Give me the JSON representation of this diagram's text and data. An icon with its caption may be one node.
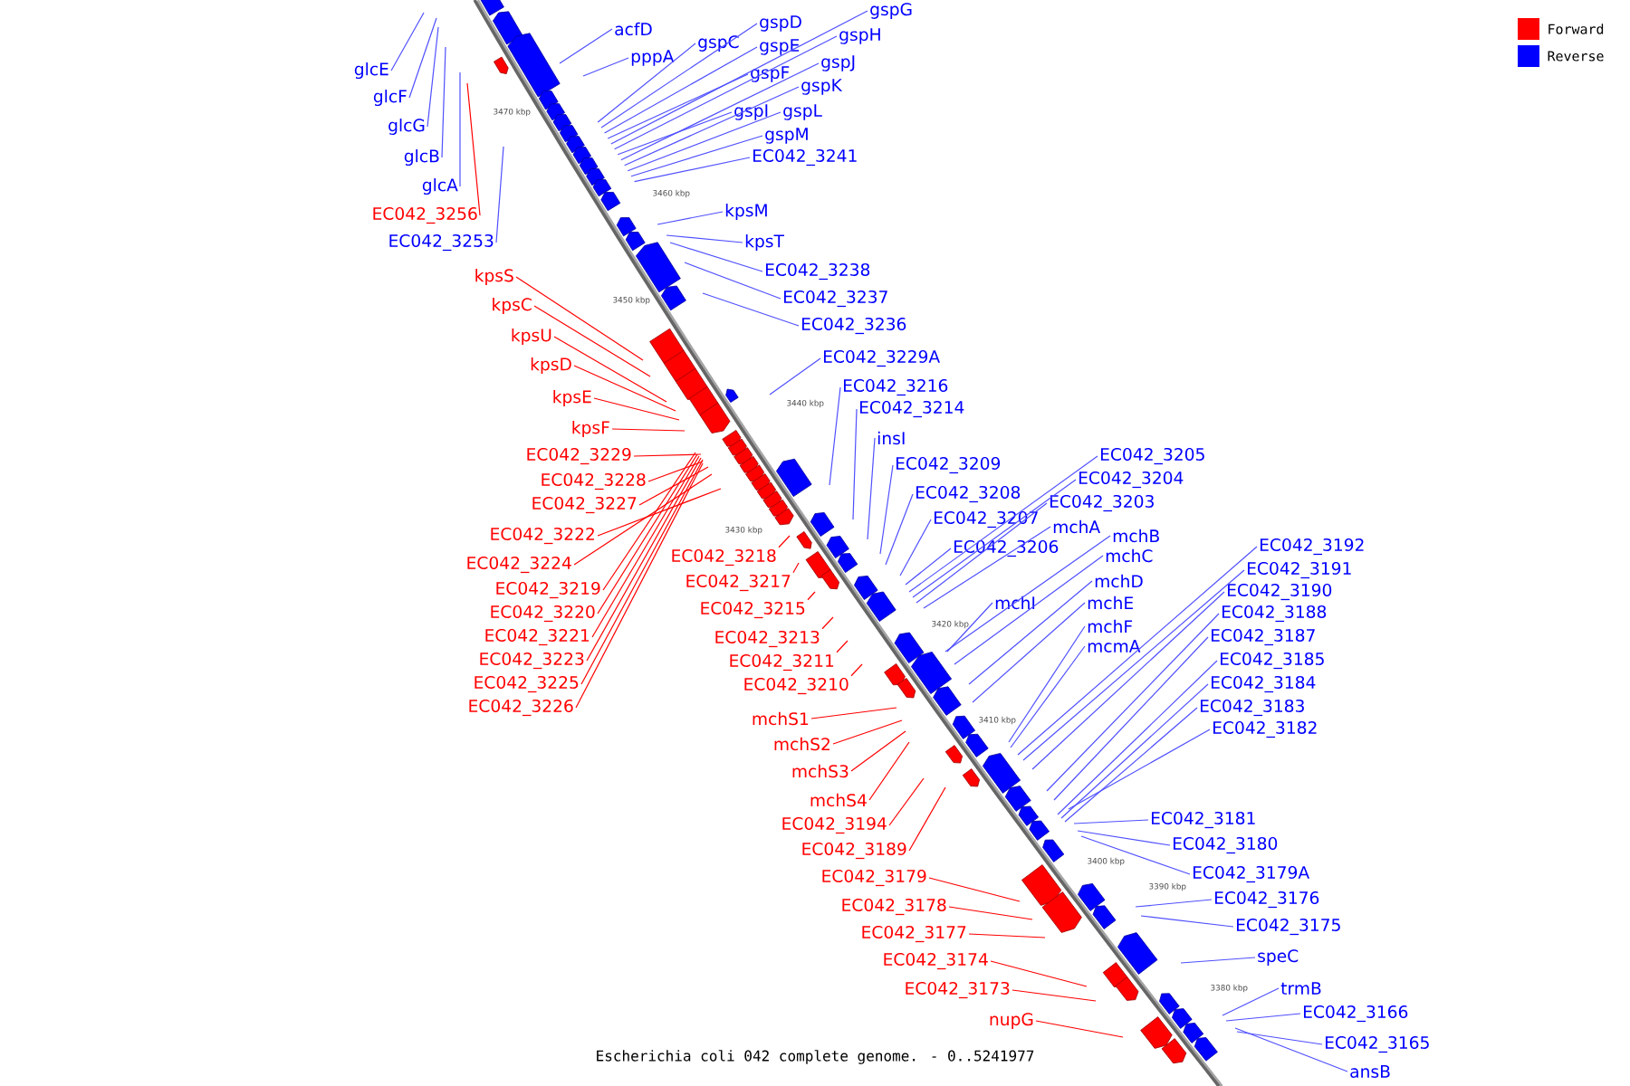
{
  "diagram": {
    "caption": "Escherichia coli 042 complete genome. - 0..5241977",
    "nodes": [
      {
        "text": [
          "glcE"
        ]
      },
      {
        "text": [
          "glcF"
        ]
      },
      {
        "text": [
          "glcG"
        ]
      },
      {
        "text": [
          "glcB"
        ]
      },
      {
        "text": [
          "glcA"
        ]
      },
      {
        "text": [
          "EC042_3256"
        ]
      },
      {
        "text": [
          "EC042_3253"
        ]
      },
      {
        "text": [
          "acfD"
        ]
      },
      {
        "text": [
          "pppA"
        ]
      },
      {
        "text": [
          "gspC"
        ]
      },
      {
        "text": [
          "gspD"
        ]
      },
      {
        "text": [
          "gspG"
        ]
      },
      {
        "text": [
          "gspE"
        ]
      },
      {
        "text": [
          "gspH"
        ]
      },
      {
        "text": [
          "gspF"
        ]
      },
      {
        "text": [
          "gspJ"
        ]
      },
      {
        "text": [
          "gspK"
        ]
      },
      {
        "text": [
          "gspI"
        ]
      },
      {
        "text": [
          "gspL"
        ]
      },
      {
        "text": [
          "gspM"
        ]
      },
      {
        "text": [
          "EC042_3241"
        ]
      },
      {
        "text": [
          "kpsM"
        ]
      },
      {
        "text": [
          "kpsT"
        ]
      },
      {
        "text": [
          "EC042_3238"
        ]
      },
      {
        "text": [
          "EC042_3237"
        ]
      },
      {
        "text": [
          "EC042_3236"
        ]
      },
      {
        "text": [
          "kpsS"
        ]
      },
      {
        "text": [
          "kpsC"
        ]
      },
      {
        "text": [
          "kpsU"
        ]
      },
      {
        "text": [
          "kpsD"
        ]
      },
      {
        "text": [
          "kpsE"
        ]
      },
      {
        "text": [
          "kpsF"
        ]
      },
      {
        "text": [
          "EC042_3229A"
        ]
      },
      {
        "text": [
          "EC042_3216"
        ]
      },
      {
        "text": [
          "EC042_3214"
        ]
      },
      {
        "text": [
          "insI"
        ]
      },
      {
        "text": [
          "EC042_3229"
        ]
      },
      {
        "text": [
          "EC042_3205"
        ]
      },
      {
        "text": [
          "EC042_3209"
        ]
      },
      {
        "text": [
          "EC042_3204"
        ]
      },
      {
        "text": [
          "EC042_3228"
        ]
      },
      {
        "text": [
          "EC042_3208"
        ]
      },
      {
        "text": [
          "EC042_3203"
        ]
      },
      {
        "text": [
          "EC042_3227"
        ]
      },
      {
        "text": [
          "EC042_3207"
        ]
      },
      {
        "text": [
          "mchA"
        ]
      },
      {
        "text": [
          "EC042_3222"
        ]
      },
      {
        "text": [
          "mchB"
        ]
      },
      {
        "text": [
          "EC042_3192"
        ]
      },
      {
        "text": [
          "EC042_3206"
        ]
      },
      {
        "text": [
          "mchC"
        ]
      },
      {
        "text": [
          "EC042_3218"
        ]
      },
      {
        "text": [
          "EC042_3224"
        ]
      },
      {
        "text": [
          "EC042_3191"
        ]
      },
      {
        "text": [
          "mchD"
        ]
      },
      {
        "text": [
          "EC042_3217"
        ]
      },
      {
        "text": [
          "EC042_3219"
        ]
      },
      {
        "text": [
          "EC042_3190"
        ]
      },
      {
        "text": [
          "mchI"
        ]
      },
      {
        "text": [
          "mchE"
        ]
      },
      {
        "text": [
          "EC042_3215"
        ]
      },
      {
        "text": [
          "EC042_3220"
        ]
      },
      {
        "text": [
          "EC042_3188"
        ]
      },
      {
        "text": [
          "mchF"
        ]
      },
      {
        "text": [
          "EC042_3187"
        ]
      },
      {
        "text": [
          "EC042_3221"
        ]
      },
      {
        "text": [
          "EC042_3213"
        ]
      },
      {
        "text": [
          "mcmA"
        ]
      },
      {
        "text": [
          "EC042_3223"
        ]
      },
      {
        "text": [
          "EC042_3185"
        ]
      },
      {
        "text": [
          "EC042_3211"
        ]
      },
      {
        "text": [
          "EC042_3225"
        ]
      },
      {
        "text": [
          "EC042_3184"
        ]
      },
      {
        "text": [
          "EC042_3210"
        ]
      },
      {
        "text": [
          "EC042_3226"
        ]
      },
      {
        "text": [
          "EC042_3183"
        ]
      },
      {
        "text": [
          "mchS1"
        ]
      },
      {
        "text": [
          "EC042_3182"
        ]
      },
      {
        "text": [
          "mchS2"
        ]
      },
      {
        "text": [
          "mchS3"
        ]
      },
      {
        "text": [
          "mchS4"
        ]
      },
      {
        "text": [
          "EC042_3181"
        ]
      },
      {
        "text": [
          "EC042_3194"
        ]
      },
      {
        "text": [
          "EC042_3180"
        ]
      },
      {
        "text": [
          "EC042_3189"
        ]
      },
      {
        "text": [
          "EC042_3179A"
        ]
      },
      {
        "text": [
          "EC042_3179"
        ]
      },
      {
        "text": [
          "EC042_3176"
        ]
      },
      {
        "text": [
          "EC042_3178"
        ]
      },
      {
        "text": [
          "EC042_3175"
        ]
      },
      {
        "text": [
          "EC042_3177"
        ]
      },
      {
        "text": [
          "speC"
        ]
      },
      {
        "text": [
          "EC042_3174"
        ]
      },
      {
        "text": [
          "trmB"
        ]
      },
      {
        "text": [
          "EC042_3173"
        ]
      },
      {
        "text": [
          "EC042_3166"
        ]
      },
      {
        "text": [
          "nupG"
        ]
      },
      {
        "text": [
          "EC042_3165"
        ]
      },
      {
        "text": [
          "ansB"
        ]
      }
    ],
    "edges": [
      {
        "from": 0,
        "to": null,
        "arrow": "none"
      },
      {
        "from": 1,
        "to": null,
        "arrow": "none"
      },
      {
        "from": 2,
        "to": null,
        "arrow": "none"
      },
      {
        "from": 3,
        "to": null,
        "arrow": "none"
      },
      {
        "from": 4,
        "to": null,
        "arrow": "none"
      },
      {
        "from": 5,
        "to": null,
        "arrow": "none",
        "color": "#ff0000"
      },
      {
        "from": 6,
        "to": null,
        "arrow": "none"
      },
      {
        "from": 7,
        "to": null,
        "arrow": "none"
      },
      {
        "from": 8,
        "to": null,
        "arrow": "none"
      },
      {
        "from": 9,
        "to": null,
        "arrow": "none"
      },
      {
        "from": 10,
        "to": null,
        "arrow": "none"
      },
      {
        "from": 11,
        "to": null,
        "arrow": "none"
      },
      {
        "from": 12,
        "to": null,
        "arrow": "none"
      },
      {
        "from": 13,
        "to": null,
        "arrow": "none"
      },
      {
        "from": 14,
        "to": null,
        "arrow": "none"
      },
      {
        "from": 15,
        "to": null,
        "arrow": "none"
      },
      {
        "from": 16,
        "to": null,
        "arrow": "none"
      },
      {
        "from": 17,
        "to": null,
        "arrow": "none"
      },
      {
        "from": 18,
        "to": null,
        "arrow": "none"
      },
      {
        "from": 19,
        "to": null,
        "arrow": "none"
      },
      {
        "from": 20,
        "to": null,
        "arrow": "none"
      },
      {
        "from": 21,
        "to": null,
        "arrow": "none"
      },
      {
        "from": 22,
        "to": null,
        "arrow": "none"
      },
      {
        "from": 23,
        "to": null,
        "arrow": "none"
      },
      {
        "from": 24,
        "to": null,
        "arrow": "none"
      },
      {
        "from": 25,
        "to": null,
        "arrow": "none"
      },
      {
        "from": 26,
        "to": null,
        "arrow": "none",
        "color": "#ff0000"
      },
      {
        "from": 27,
        "to": null,
        "arrow": "none",
        "color": "#ff0000"
      },
      {
        "from": 28,
        "to": null,
        "arrow": "none",
        "color": "#ff0000"
      },
      {
        "from": 29,
        "to": null,
        "arrow": "none",
        "color": "#ff0000"
      },
      {
        "from": 30,
        "to": null,
        "arrow": "none",
        "color": "#ff0000"
      },
      {
        "from": 31,
        "to": null,
        "arrow": "none",
        "color": "#ff0000"
      },
      {
        "from": 32,
        "to": null,
        "arrow": "none"
      },
      {
        "from": 33,
        "to": null,
        "arrow": "none"
      },
      {
        "from": 34,
        "to": null,
        "arrow": "none"
      },
      {
        "from": 35,
        "to": null,
        "arrow": "none"
      },
      {
        "from": 36,
        "to": null,
        "arrow": "none",
        "color": "#ff0000"
      },
      {
        "from": 37,
        "to": null,
        "arrow": "none"
      },
      {
        "from": 38,
        "to": null,
        "arrow": "none"
      },
      {
        "from": 39,
        "to": null,
        "arrow": "none"
      },
      {
        "from": 40,
        "to": null,
        "arrow": "none",
        "color": "#ff0000"
      },
      {
        "from": 41,
        "to": null,
        "arrow": "none"
      },
      {
        "from": 42,
        "to": null,
        "arrow": "none"
      },
      {
        "from": 43,
        "to": null,
        "arrow": "none",
        "color": "#ff0000"
      },
      {
        "from": 44,
        "to": null,
        "arrow": "none"
      },
      {
        "from": 45,
        "to": null,
        "arrow": "none"
      },
      {
        "from": 46,
        "to": null,
        "arrow": "none",
        "color": "#ff0000"
      },
      {
        "from": 47,
        "to": null,
        "arrow": "none"
      },
      {
        "from": 48,
        "to": null,
        "arrow": "none"
      },
      {
        "from": 49,
        "to": null,
        "arrow": "none"
      },
      {
        "from": 50,
        "to": null,
        "arrow": "none"
      },
      {
        "from": 51,
        "to": null,
        "arrow": "none",
        "color": "#ff0000"
      },
      {
        "from": 52,
        "to": null,
        "arrow": "none",
        "color": "#ff0000"
      },
      {
        "from": 53,
        "to": null,
        "arrow": "none"
      },
      {
        "from": 54,
        "to": null,
        "arrow": "none"
      },
      {
        "from": 55,
        "to": null,
        "arrow": "none",
        "color": "#ff0000"
      },
      {
        "from": 56,
        "to": null,
        "arrow": "none",
        "color": "#ff0000"
      },
      {
        "from": 57,
        "to": null,
        "arrow": "none"
      },
      {
        "from": 58,
        "to": null,
        "arrow": "none"
      },
      {
        "from": 59,
        "to": null,
        "arrow": "none"
      },
      {
        "from": 60,
        "to": null,
        "arrow": "none",
        "color": "#ff0000"
      },
      {
        "from": 61,
        "to": null,
        "arrow": "none",
        "color": "#ff0000"
      },
      {
        "from": 62,
        "to": null,
        "arrow": "none"
      },
      {
        "from": 63,
        "to": null,
        "arrow": "none"
      },
      {
        "from": 64,
        "to": null,
        "arrow": "none"
      },
      {
        "from": 65,
        "to": null,
        "arrow": "none",
        "color": "#ff0000"
      },
      {
        "from": 66,
        "to": null,
        "arrow": "none",
        "color": "#ff0000"
      },
      {
        "from": 67,
        "to": null,
        "arrow": "none"
      },
      {
        "from": 68,
        "to": null,
        "arrow": "none",
        "color": "#ff0000"
      },
      {
        "from": 69,
        "to": null,
        "arrow": "none"
      },
      {
        "from": 70,
        "to": null,
        "arrow": "none",
        "color": "#ff0000"
      },
      {
        "from": 71,
        "to": null,
        "arrow": "none",
        "color": "#ff0000"
      },
      {
        "from": 72,
        "to": null,
        "arrow": "none"
      },
      {
        "from": 73,
        "to": null,
        "arrow": "none",
        "color": "#ff0000"
      },
      {
        "from": 74,
        "to": null,
        "arrow": "none",
        "color": "#ff0000"
      },
      {
        "from": 75,
        "to": null,
        "arrow": "none"
      },
      {
        "from": 76,
        "to": null,
        "arrow": "none",
        "color": "#ff0000"
      },
      {
        "from": 77,
        "to": null,
        "arrow": "none"
      },
      {
        "from": 78,
        "to": null,
        "arrow": "none",
        "color": "#ff0000"
      },
      {
        "from": 79,
        "to": null,
        "arrow": "none",
        "color": "#ff0000"
      },
      {
        "from": 80,
        "to": null,
        "arrow": "none",
        "color": "#ff0000"
      },
      {
        "from": 81,
        "to": null,
        "arrow": "none"
      },
      {
        "from": 82,
        "to": null,
        "arrow": "none",
        "color": "#ff0000"
      },
      {
        "from": 83,
        "to": null,
        "arrow": "none"
      },
      {
        "from": 84,
        "to": null,
        "arrow": "none",
        "color": "#ff0000"
      },
      {
        "from": 85,
        "to": null,
        "arrow": "none"
      },
      {
        "from": 86,
        "to": null,
        "arrow": "none",
        "color": "#ff0000"
      },
      {
        "from": 87,
        "to": null,
        "arrow": "none"
      },
      {
        "from": 88,
        "to": null,
        "arrow": "none",
        "color": "#ff0000"
      },
      {
        "from": 89,
        "to": null,
        "arrow": "none"
      },
      {
        "from": 90,
        "to": null,
        "arrow": "none",
        "color": "#ff0000"
      },
      {
        "from": 91,
        "to": null,
        "arrow": "none"
      },
      {
        "from": 92,
        "to": null,
        "arrow": "none",
        "color": "#ff0000"
      },
      {
        "from": 93,
        "to": null,
        "arrow": "none"
      },
      {
        "from": 94,
        "to": null,
        "arrow": "none",
        "color": "#ff0000"
      },
      {
        "from": 95,
        "to": null,
        "arrow": "none"
      },
      {
        "from": 96,
        "to": null,
        "arrow": "none",
        "color": "#ff0000"
      },
      {
        "from": 97,
        "to": null,
        "arrow": "none"
      },
      {
        "from": 98,
        "to": null,
        "arrow": "none"
      }
    ],
    "labels": [
      "3470 kbp",
      "3460 kbp",
      "3450 kbp",
      "3440 kbp",
      "3430 kbp",
      "3420 kbp",
      "3410 kbp",
      "3400 kbp",
      "3390 kbp",
      "3380 kbp"
    ],
    "legend": [
      {
        "text": "Forward",
        "color": "#ff0000"
      },
      {
        "text": "Reverse",
        "color": "#0000ff"
      }
    ]
  }
}
